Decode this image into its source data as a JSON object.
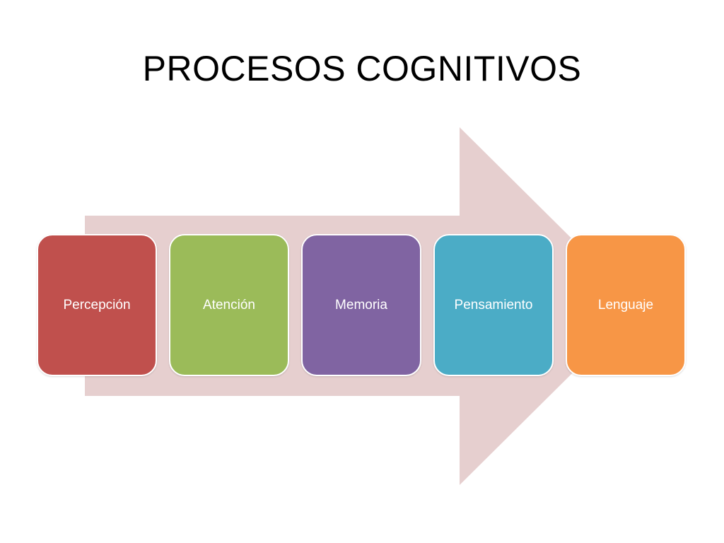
{
  "title": "PROCESOS COGNITIVOS",
  "arrow_color": "#E6CFCF",
  "steps": [
    {
      "label": "Percepción",
      "color": "#C0504D"
    },
    {
      "label": "Atención",
      "color": "#9BBB59"
    },
    {
      "label": "Memoria",
      "color": "#8064A2"
    },
    {
      "label": "Pensamiento",
      "color": "#4BACC6"
    },
    {
      "label": "Lenguaje",
      "color": "#F79646"
    }
  ]
}
